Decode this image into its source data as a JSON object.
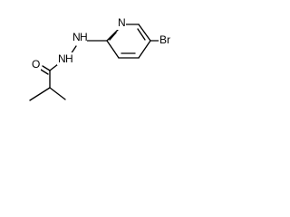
{
  "diagram": {
    "type": "chemical-structure",
    "atom_labels": {
      "nitrogen_ring": "N",
      "nitrogen_upper": "N",
      "hydrogen_upper": "H",
      "nitrogen_lower": "N",
      "hydrogen_lower": "H",
      "oxygen": "O",
      "bromine": "Br"
    }
  }
}
